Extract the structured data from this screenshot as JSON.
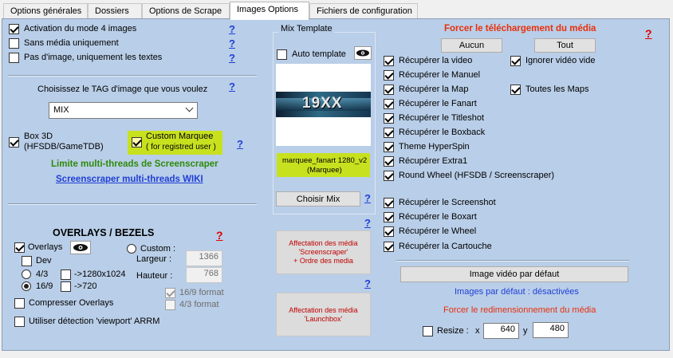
{
  "tabs": [
    {
      "label": "Options générales"
    },
    {
      "label": "Dossiers"
    },
    {
      "label": "Options de Scrape"
    },
    {
      "label": "Images Options"
    },
    {
      "label": "Fichiers de configuration"
    }
  ],
  "left": {
    "mode4": "Activation du mode 4 images",
    "sans_media": "Sans média uniquement",
    "pas_image": "Pas d'image, uniquement les textes",
    "help": "?",
    "choose_tag_label": "Choisissez le TAG d'image que vous voulez",
    "tag_select_value": "MIX",
    "box3d_line1": "Box 3D",
    "box3d_line2": "(HFSDB/GameTDB)",
    "custom_marquee_line1": "Custom Marquee",
    "custom_marquee_line2": "( for registred user )",
    "limit_threads": "Limite multi-threads de Screenscraper",
    "wiki_link": "Screenscraper multi-threads WIKI"
  },
  "overlays": {
    "title": "OVERLAYS / BEZELS",
    "overlays": "Overlays",
    "dev": "Dev",
    "r43": "4/3",
    "r169": "16/9",
    "res1280": "->1280x1024",
    "res720": "->720",
    "custom": "Custom :",
    "largeur_label": "Largeur :",
    "largeur_value": "1366",
    "hauteur_label": "Hauteur :",
    "hauteur_value": "768",
    "format169": "16/9 format",
    "format43": "4/3 format",
    "compress": "Compresser Overlays",
    "viewport": "Utiliser détection 'viewport' ARRM"
  },
  "mix": {
    "group_title": "Mix Template",
    "auto_template": "Auto template",
    "preview_text": "19XX",
    "template_name_line1": "marquee_fanart 1280_v2",
    "template_name_line2": "(Marquee)",
    "choose_button": "Choisir Mix",
    "affect_ss_line1": "Affectation des média",
    "affect_ss_line2": "'Screenscraper'",
    "affect_ss_line3": "+ Ordre des media",
    "affect_lb_line1": "Affectation des média",
    "affect_lb_line2": "'Launchbox'"
  },
  "right": {
    "force_title": "Forcer le téléchargement du média",
    "aucun": "Aucun",
    "tout": "Tout",
    "video": "Récupérer la video",
    "ignore_video": "Ignorer vidéo vide",
    "manuel": "Récupérer le Manuel",
    "map": "Récupérer la Map",
    "all_maps": "Toutes les Maps",
    "fanart": "Récupérer le Fanart",
    "titleshot": "Récupérer le Titleshot",
    "boxback": "Récupérer le Boxback",
    "hyperspin": "Theme HyperSpin",
    "extra1": "Récupérer Extra1",
    "roundwheel": "Round Wheel (HFSDB / Screenscraper)",
    "screenshot": "Récupérer le Screenshot",
    "boxart": "Récupérer le Boxart",
    "wheel": "Récupérer le Wheel",
    "cartouche": "Récupérer la Cartouche",
    "default_video_button": "Image vidéo par défaut",
    "default_images": "Images par défaut : désactivées",
    "force_resize": "Forcer le redimensionnement du média",
    "resize_label": "Resize :",
    "x_label": "x",
    "resize_x": "640",
    "y_label": "y",
    "resize_y": "480"
  },
  "colors": {
    "panel_bg": "#b9cee8",
    "highlight": "#c8e11f",
    "help_blue": "#1f3fd6",
    "help_red": "#e00000",
    "green": "#2e8b0a"
  }
}
